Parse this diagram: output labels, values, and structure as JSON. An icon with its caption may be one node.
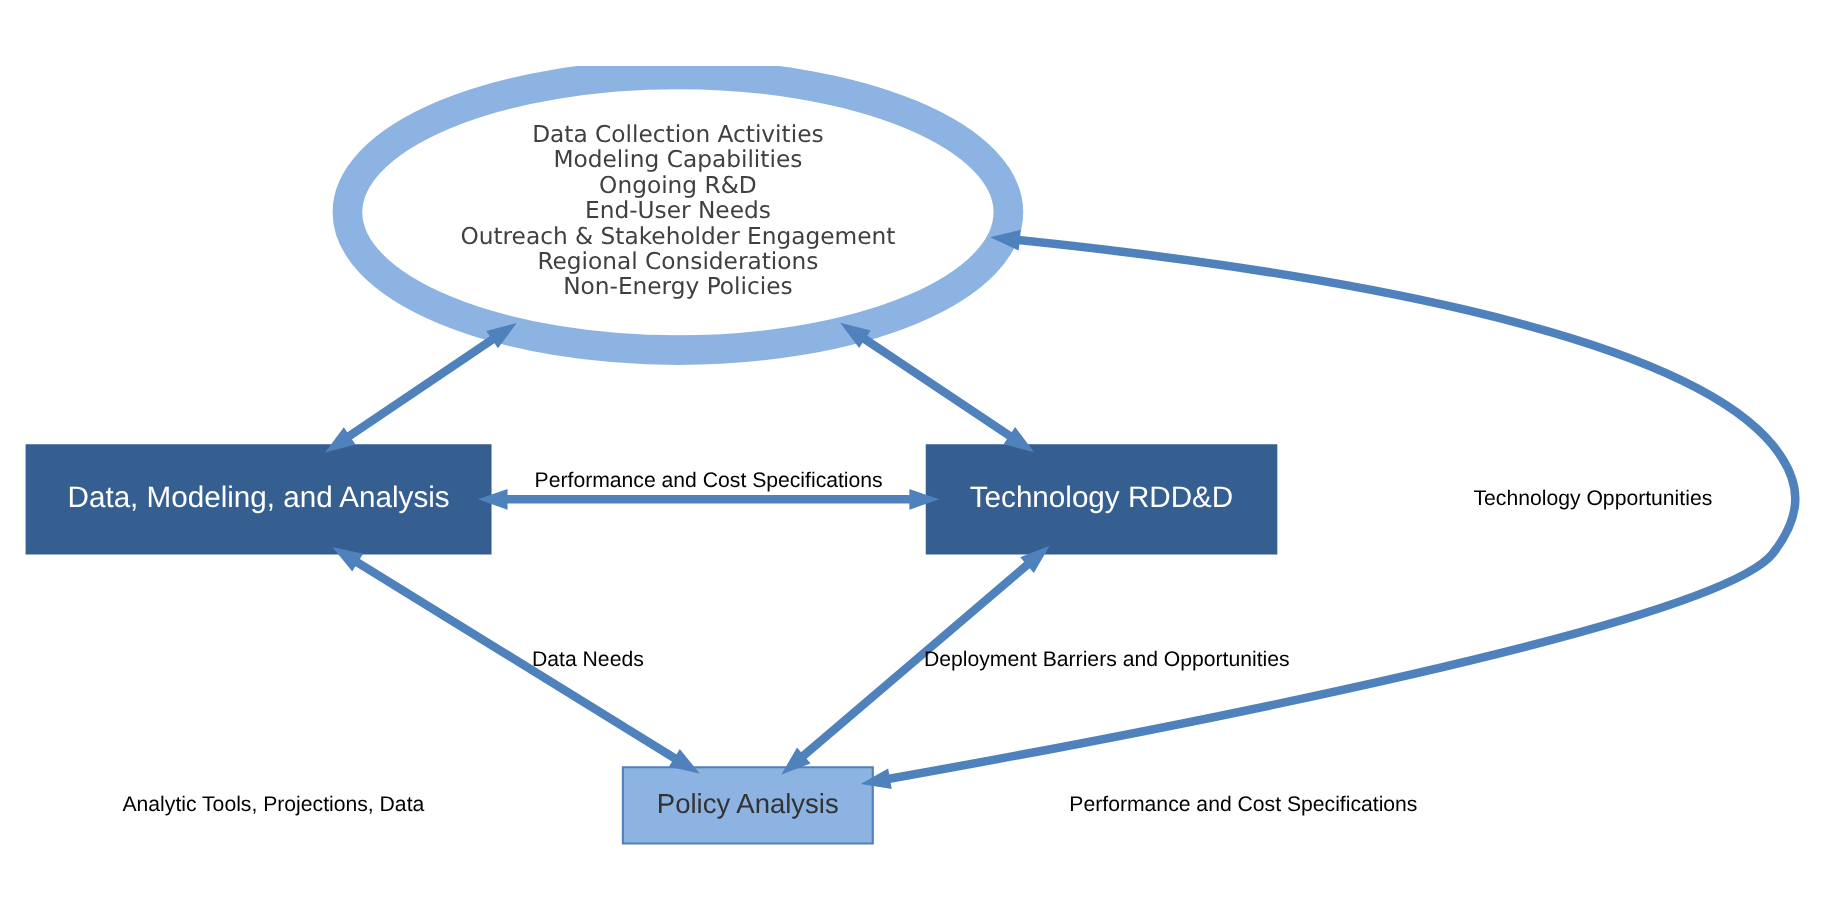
{
  "diagram": {
    "nodes": [
      {
        "text": [
          "Data Collection Activities",
          "Modeling Capabilities",
          "Ongoing R&D",
          "End-User Needs",
          "Outreach & Stakeholder Engagement",
          "Regional Considerations",
          "Non-Energy Policies"
        ]
      },
      {
        "text": [
          "Data, Modeling, and Analysis"
        ]
      },
      {
        "text": [
          "Technology RDD&D"
        ]
      },
      {
        "text": [
          "Policy Analysis"
        ]
      }
    ],
    "edges": [
      {
        "from": 0,
        "to": 1,
        "arrow": "both"
      },
      {
        "from": 0,
        "to": 2,
        "arrow": "both"
      },
      {
        "from": 1,
        "to": 2,
        "arrow": "both",
        "label": "Performance and Cost Specifications"
      },
      {
        "from": 1,
        "to": 3,
        "arrow": "both",
        "label": "Data Needs"
      },
      {
        "from": 2,
        "to": 3,
        "arrow": "both",
        "label": "Deployment Barriers and Opportunities"
      },
      {
        "from": 3,
        "to": 0,
        "arrow": "both"
      }
    ],
    "labels": [
      "Technology Opportunities",
      "Analytic Tools, Projections, Data",
      "Performance and Cost Specifications"
    ]
  }
}
